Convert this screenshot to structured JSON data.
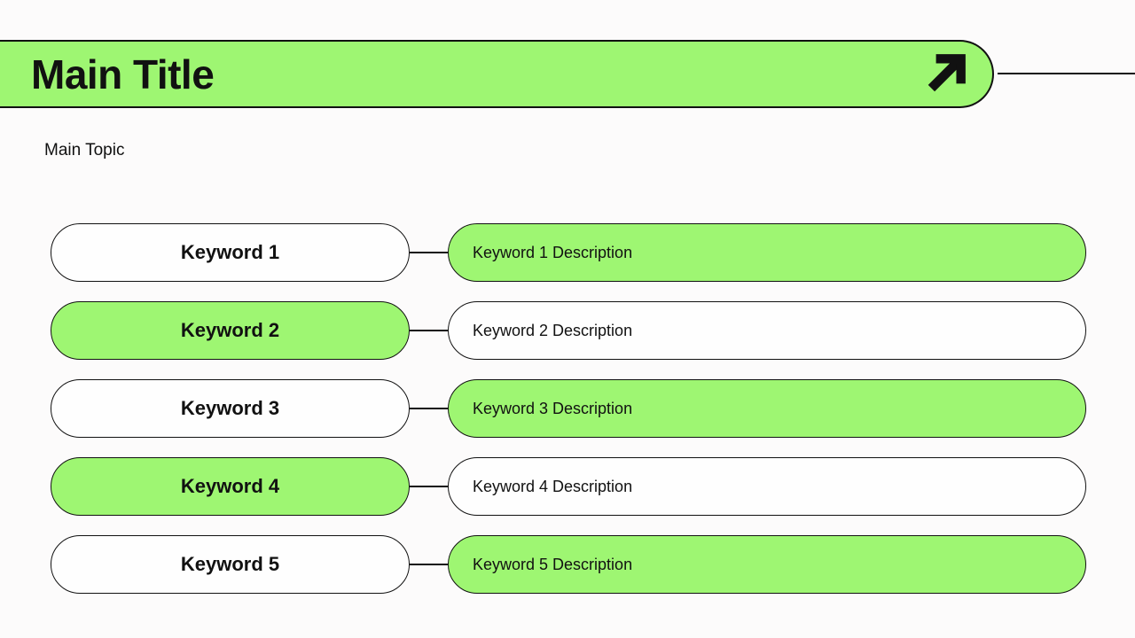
{
  "colors": {
    "accent_green": "#9EF672",
    "outline": "#111111",
    "background": "#FCFBFB",
    "text": "#111111",
    "pill_white": "#FEFEFE"
  },
  "header": {
    "title": "Main Title",
    "arrow_icon": "arrow-up-right"
  },
  "main_topic_label": "Main Topic",
  "rows": [
    {
      "keyword": "Keyword 1",
      "description": "Keyword 1 Description",
      "keyword_fill": "white",
      "description_fill": "green"
    },
    {
      "keyword": "Keyword 2",
      "description": "Keyword 2 Description",
      "keyword_fill": "green",
      "description_fill": "white"
    },
    {
      "keyword": "Keyword 3",
      "description": "Keyword 3 Description",
      "keyword_fill": "white",
      "description_fill": "green"
    },
    {
      "keyword": "Keyword 4",
      "description": "Keyword 4 Description",
      "keyword_fill": "green",
      "description_fill": "white"
    },
    {
      "keyword": "Keyword 5",
      "description": "Keyword 5 Description",
      "keyword_fill": "white",
      "description_fill": "green"
    }
  ]
}
